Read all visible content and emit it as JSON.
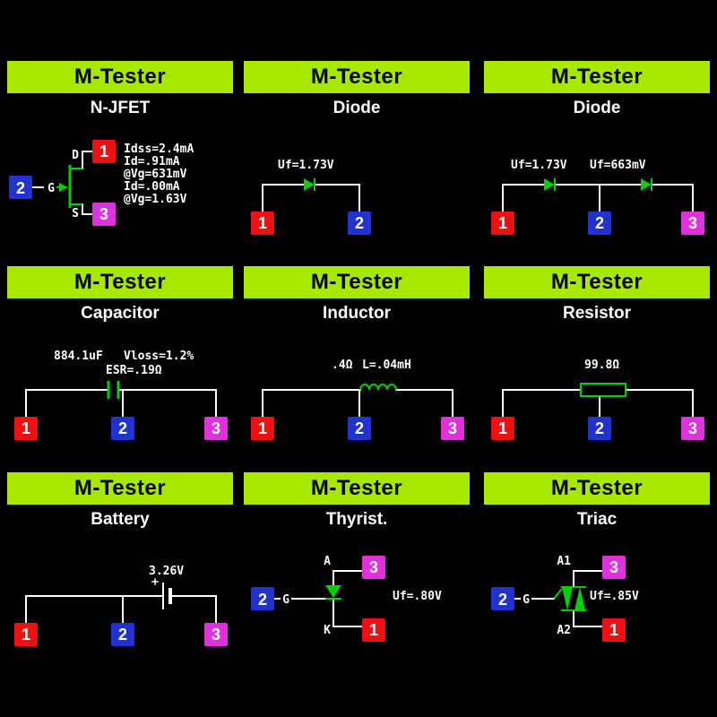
{
  "header_label": "M-Tester",
  "colors": {
    "background": "#000000",
    "header_green": "#a6e800",
    "terminal_1_red": "#ee1111",
    "terminal_2_blue": "#2233cc",
    "terminal_3_magenta": "#dd33dd",
    "symbol_green": "#00d000",
    "wire_white": "#ffffff"
  },
  "panels": [
    {
      "title": "N-JFET",
      "pin_labels": {
        "g": "G",
        "d": "D",
        "s": "S"
      },
      "terminals": {
        "g": "2",
        "d": "1",
        "s": "3"
      },
      "readings": [
        "Idss=2.4mA",
        "Id=.91mA",
        "@Vg=631mV",
        "Id=.00mA",
        "@Vg=1.63V"
      ]
    },
    {
      "title": "Diode",
      "uf": "Uf=1.73V",
      "terminals": [
        "1",
        "2"
      ]
    },
    {
      "title": "Diode",
      "uf1": "Uf=1.73V",
      "uf2": "Uf=663mV",
      "terminals": [
        "1",
        "2",
        "3"
      ]
    },
    {
      "title": "Capacitor",
      "capacitance": "884.1uF",
      "vloss": "Vloss=1.2%",
      "esr": "ESR=.19Ω",
      "terminals": [
        "1",
        "2",
        "3"
      ]
    },
    {
      "title": "Inductor",
      "resistance": ".4Ω",
      "inductance": "L=.04mH",
      "terminals": [
        "1",
        "2",
        "3"
      ]
    },
    {
      "title": "Resistor",
      "resistance": "99.8Ω",
      "terminals": [
        "1",
        "2",
        "3"
      ]
    },
    {
      "title": "Battery",
      "voltage": "3.26V",
      "terminals": [
        "1",
        "2",
        "3"
      ]
    },
    {
      "title": "Thyrist.",
      "pin_labels": {
        "a": "A",
        "g": "G",
        "k": "K"
      },
      "terminals": {
        "a": "3",
        "g": "2",
        "k": "1"
      },
      "uf": "Uf=.80V"
    },
    {
      "title": "Triac",
      "pin_labels": {
        "a1": "A1",
        "g": "G",
        "a2": "A2"
      },
      "terminals": {
        "a1": "3",
        "g": "2",
        "a2": "1"
      },
      "uf": "Uf=.85V"
    }
  ]
}
